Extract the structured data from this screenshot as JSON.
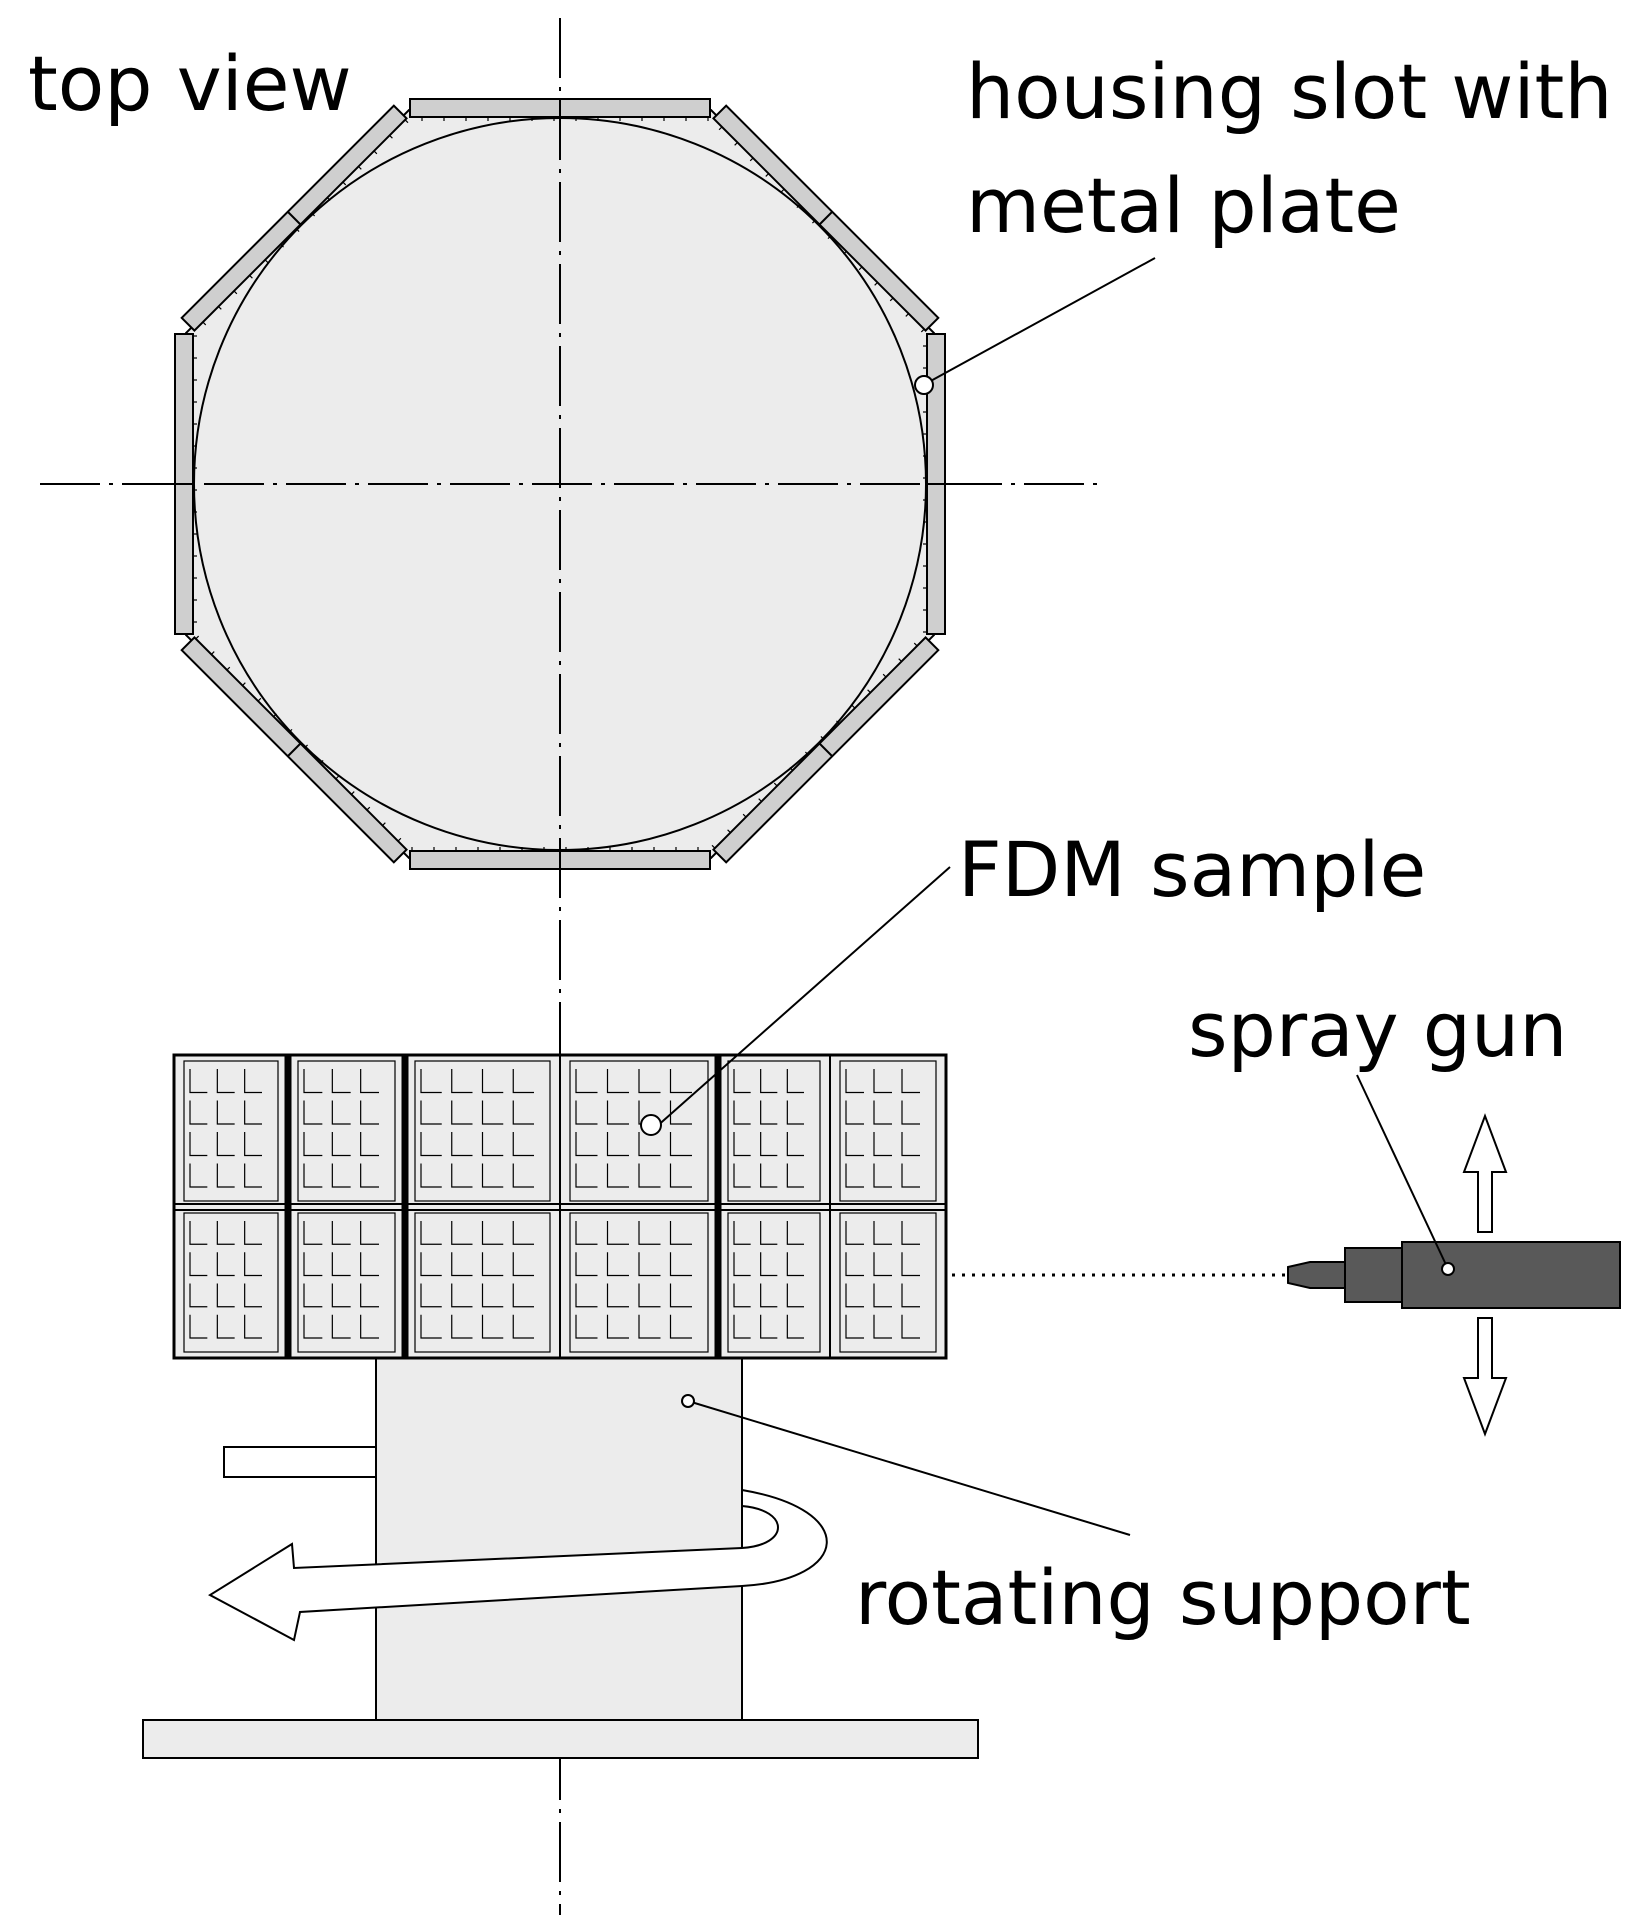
{
  "labels": {
    "top_view": "top view",
    "housing": "housing slot with metal plate",
    "housing_line1": "housing slot with",
    "housing_line2": "metal plate",
    "fdm": "FDM sample",
    "spray": "spray gun",
    "rotating": "rotating support"
  },
  "colors": {
    "line": "#000000",
    "fill_light": "#ececec",
    "plate": "#cfcfcf",
    "gun": "#595959",
    "background": "#ffffff"
  },
  "icons": {
    "motion_arrows": "double-vertical-arrow",
    "rotation_arrow": "curved-rotation-arrow"
  }
}
